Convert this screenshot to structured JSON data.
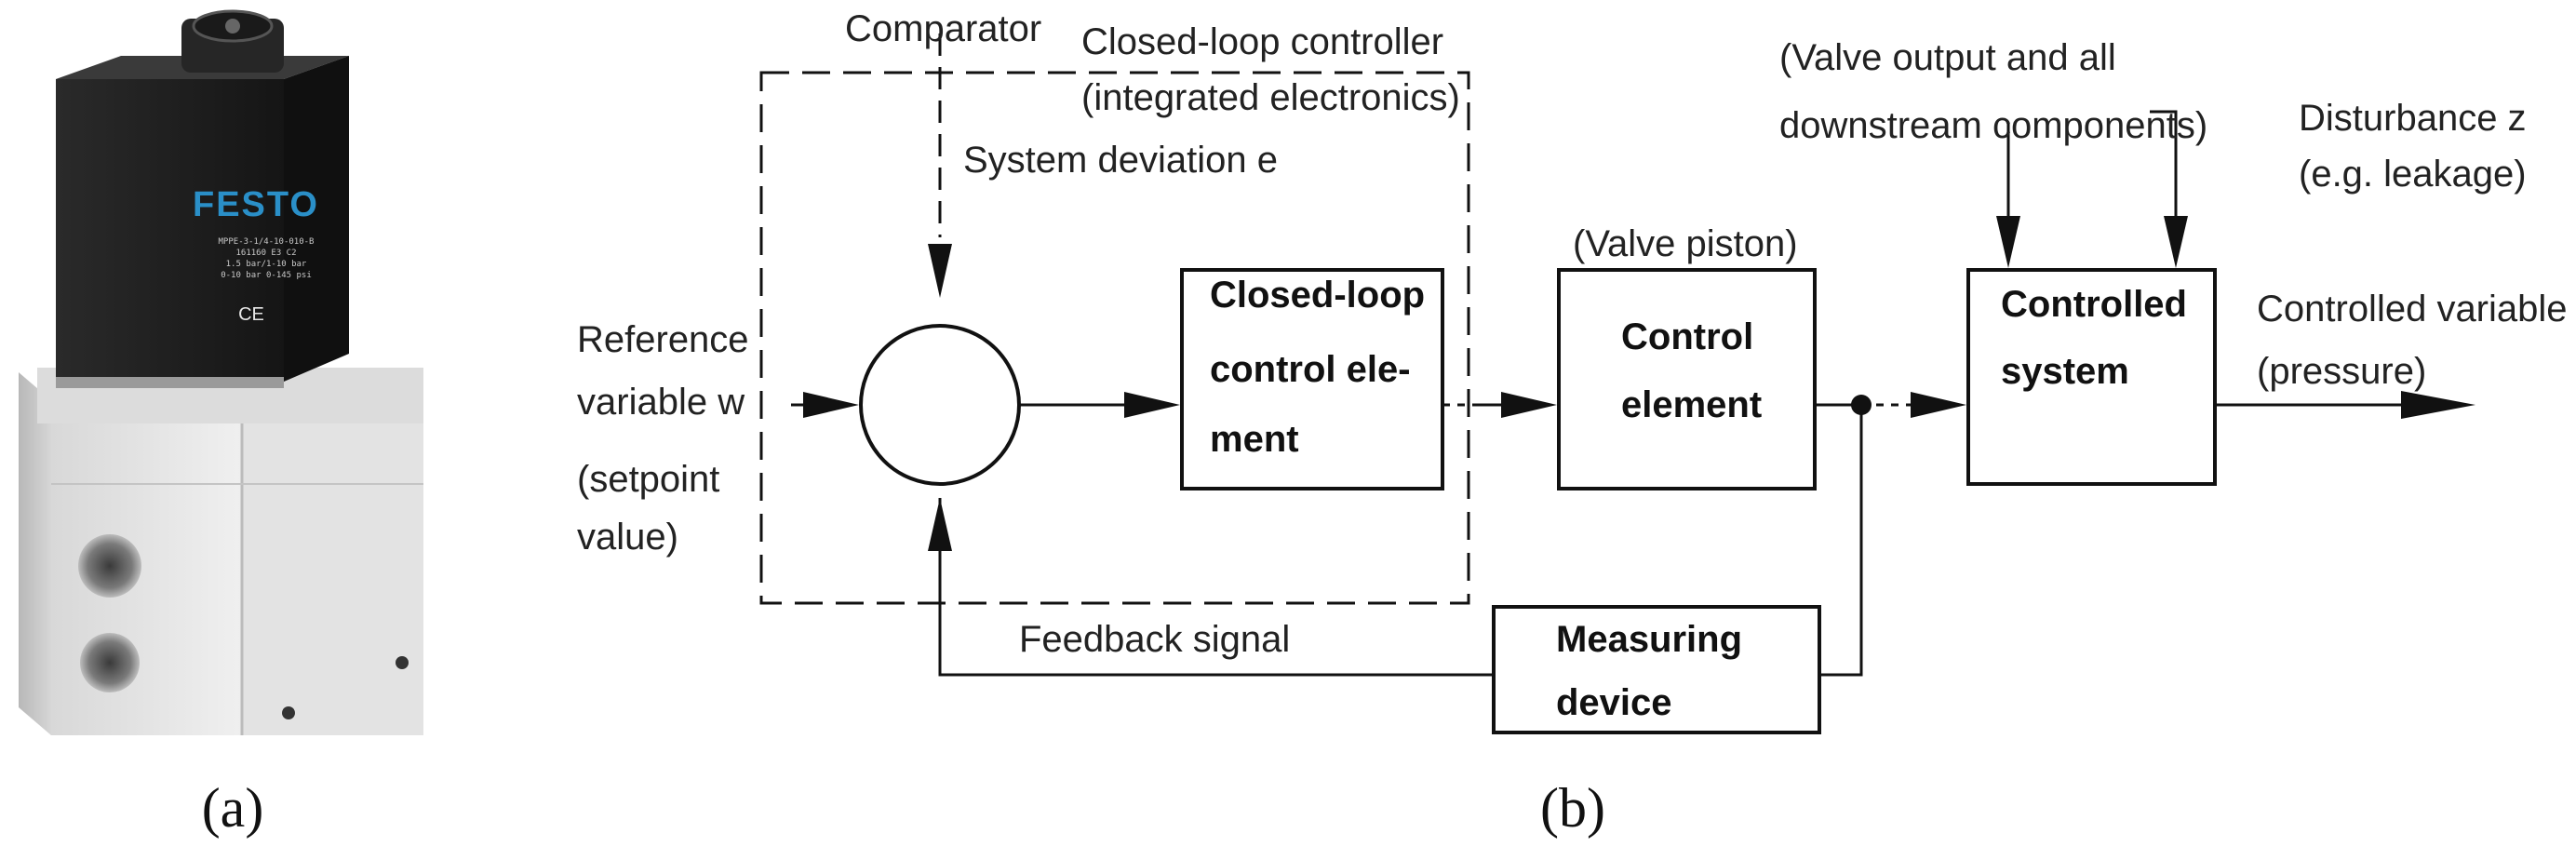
{
  "product": {
    "brand": "FESTO",
    "label_lines": [
      "MPPE-3-1/4-10-010-B",
      "161160  E3  C2",
      "1.5 bar/1-10 bar",
      "0-10 bar  0-145 psi"
    ],
    "certification": "CE"
  },
  "captions": {
    "a": "(a)",
    "b": "(b)"
  },
  "diagram": {
    "comparator": "Comparator",
    "controller": [
      "Closed-loop controller",
      "(integrated electronics)"
    ],
    "system_deviation": "System deviation e",
    "reference": [
      "Reference",
      "variable w",
      "(setpoint",
      "value)"
    ],
    "closed_loop_element": [
      "Closed-loop",
      "control ele-",
      "ment"
    ],
    "valve_piston": "(Valve piston)",
    "control_element": [
      "Control",
      "element"
    ],
    "valve_output": [
      "(Valve output and all",
      "downstream components)"
    ],
    "disturbance": [
      "Disturbance z",
      "(e.g. leakage)"
    ],
    "controlled_system": [
      "Controlled",
      "system"
    ],
    "controlled_variable": [
      "Controlled variable x",
      "(pressure)"
    ],
    "feedback": "Feedback signal",
    "measuring_device": [
      "Measuring",
      "device"
    ]
  }
}
